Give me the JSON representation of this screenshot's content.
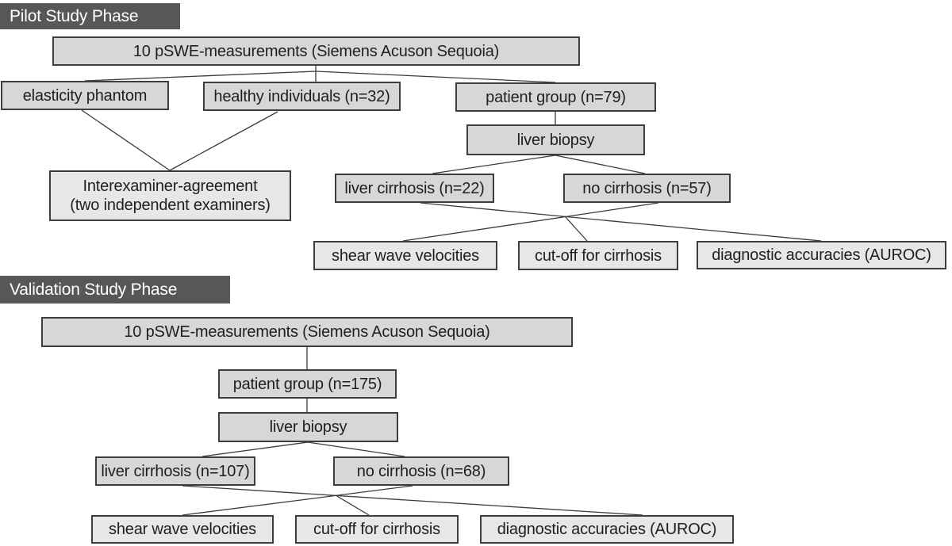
{
  "colors": {
    "background": "#ffffff",
    "header_bg": "#575757",
    "header_text": "#ffffff",
    "box_fill": "#d7d7d7",
    "box_fill_light": "#e7e7e7",
    "box_border": "#3d3d3d",
    "line": "#3a3a3a",
    "text": "#1f1f1f"
  },
  "pilot": {
    "header": "Pilot Study Phase",
    "pswe": "10 pSWE-measurements (Siemens Acuson Sequoia)",
    "elasticity": "elasticity phantom",
    "healthy": "healthy individuals (n=32)",
    "patient": "patient group (n=79)",
    "biopsy": "liver biopsy",
    "interexaminer_line1": "Interexaminer-agreement",
    "interexaminer_line2": "(two independent examiners)",
    "cirrhosis": "liver cirrhosis (n=22)",
    "no_cirrhosis": "no cirrhosis (n=57)",
    "shear": "shear wave velocities",
    "cutoff": "cut-off for cirrhosis",
    "auroc": "diagnostic accuracies (AUROC)"
  },
  "validation": {
    "header": "Validation Study Phase",
    "pswe": "10 pSWE-measurements (Siemens Acuson Sequoia)",
    "patient": "patient group (n=175)",
    "biopsy": "liver biopsy",
    "cirrhosis": "liver cirrhosis (n=107)",
    "no_cirrhosis": "no cirrhosis (n=68)",
    "shear": "shear wave velocities",
    "cutoff": "cut-off for cirrhosis",
    "auroc": "diagnostic accuracies (AUROC)"
  }
}
